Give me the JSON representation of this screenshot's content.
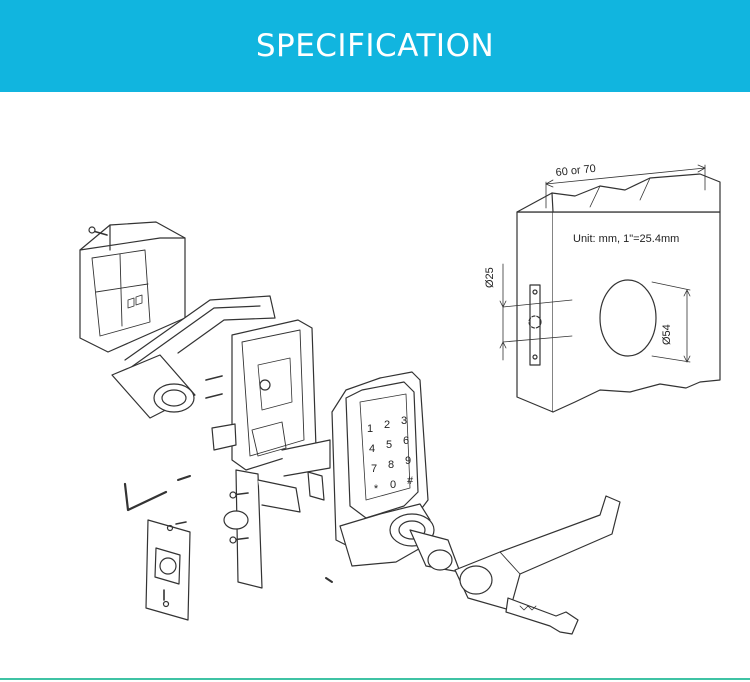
{
  "banner": {
    "title": "SPECIFICATION",
    "color": "#11b5df"
  },
  "diagram": {
    "unit_note": "Unit: mm, 1\"=25.4mm",
    "door_thickness": "60 or 70",
    "hole_diameter_small": "Ø25",
    "hole_diameter_large": "Ø54",
    "keypad_keys": [
      "1",
      "2",
      "3",
      "4",
      "5",
      "6",
      "7",
      "8",
      "9",
      "*",
      "0",
      "#"
    ]
  },
  "accent": {
    "bottom_line": "#3fc3a4"
  }
}
